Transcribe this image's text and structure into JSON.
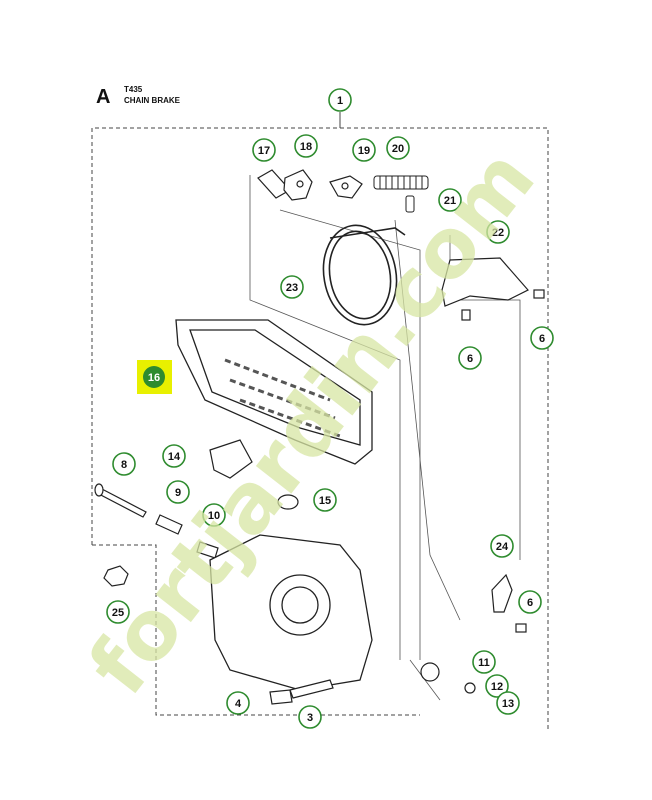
{
  "header": {
    "sheet_letter": "A",
    "model": "T435",
    "section": "CHAIN BRAKE"
  },
  "callouts": {
    "c1": "1",
    "c17": "17",
    "c18": "18",
    "c19": "19",
    "c20": "20",
    "c21": "21",
    "c22": "22",
    "c23": "23",
    "c6a": "6",
    "c6b": "6",
    "c6c": "6",
    "c16": "16",
    "c14": "14",
    "c8": "8",
    "c9": "9",
    "c10": "10",
    "c15": "15",
    "c24": "24",
    "c25": "25",
    "c11": "11",
    "c12": "12",
    "c13": "13",
    "c4": "4",
    "c3": "3"
  },
  "highlight_color": "#e8f000",
  "callout_color": "#2e8b2e",
  "watermark": "fortjardin.com"
}
